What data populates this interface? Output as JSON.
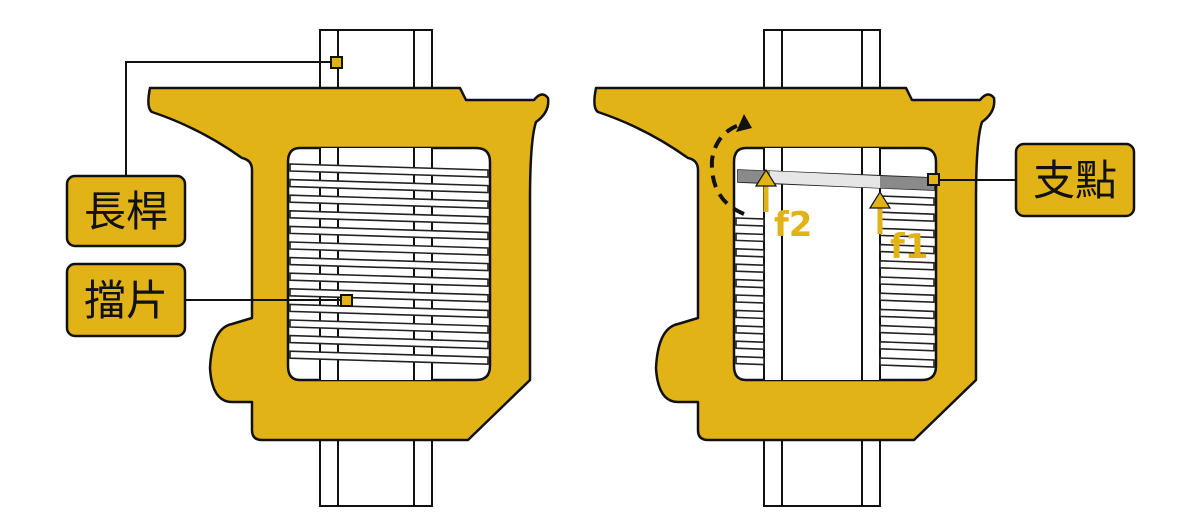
{
  "labels": {
    "long_rod": "長桿",
    "blade": "擋片",
    "fulcrum": "支點"
  },
  "forces": {
    "f1": "f1",
    "f2": "f2"
  },
  "colors": {
    "frame": "#E2B316",
    "outline": "#111111",
    "lever": "#888888"
  }
}
